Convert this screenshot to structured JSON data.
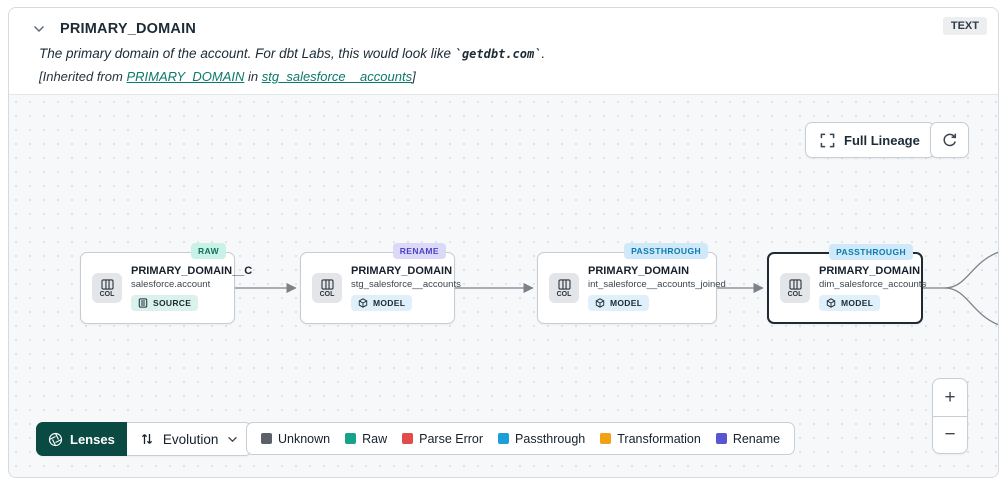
{
  "header": {
    "title": "PRIMARY_DOMAIN",
    "type_badge": "TEXT",
    "description_prefix": "The primary domain of the account. For dbt Labs, this would look like ",
    "description_code": "`getdbt.com`",
    "description_suffix": ".",
    "inherited_prefix": "[Inherited from ",
    "inherited_column_link": "PRIMARY_DOMAIN",
    "inherited_middle": " in ",
    "inherited_model_link": "stg_salesforce__accounts",
    "inherited_suffix": "]"
  },
  "toolbar": {
    "full_lineage_label": "Full Lineage"
  },
  "nodes": [
    {
      "title": "PRIMARY_DOMAIN__C",
      "subtitle": "salesforce.account",
      "resource_type": "SOURCE",
      "status": "RAW",
      "col_label": "COL"
    },
    {
      "title": "PRIMARY_DOMAIN",
      "subtitle": "stg_salesforce__accounts",
      "resource_type": "MODEL",
      "status": "RENAME",
      "col_label": "COL"
    },
    {
      "title": "PRIMARY_DOMAIN",
      "subtitle": "int_salesforce__accounts_joined",
      "resource_type": "MODEL",
      "status": "PASSTHROUGH",
      "col_label": "COL"
    },
    {
      "title": "PRIMARY_DOMAIN",
      "subtitle": "dim_salesforce_accounts",
      "resource_type": "MODEL",
      "status": "PASSTHROUGH",
      "col_label": "COL",
      "selected": true
    }
  ],
  "controls": {
    "lenses_label": "Lenses",
    "lens_selected": "Evolution",
    "zoom_in": "+",
    "zoom_out": "−"
  },
  "legend": {
    "items": [
      {
        "label": "Unknown",
        "color": "#5b6069"
      },
      {
        "label": "Raw",
        "color": "#17a38a"
      },
      {
        "label": "Parse Error",
        "color": "#e14b4b"
      },
      {
        "label": "Passthrough",
        "color": "#1b9fd8"
      },
      {
        "label": "Transformation",
        "color": "#f0a114"
      },
      {
        "label": "Rename",
        "color": "#5a55d2"
      }
    ]
  },
  "colors": {
    "link_accent": "#0c7a6a",
    "lenses_button_bg": "#0b4a42",
    "canvas_bg": "#f7f8fa",
    "selected_node_border": "#1f2a35"
  }
}
